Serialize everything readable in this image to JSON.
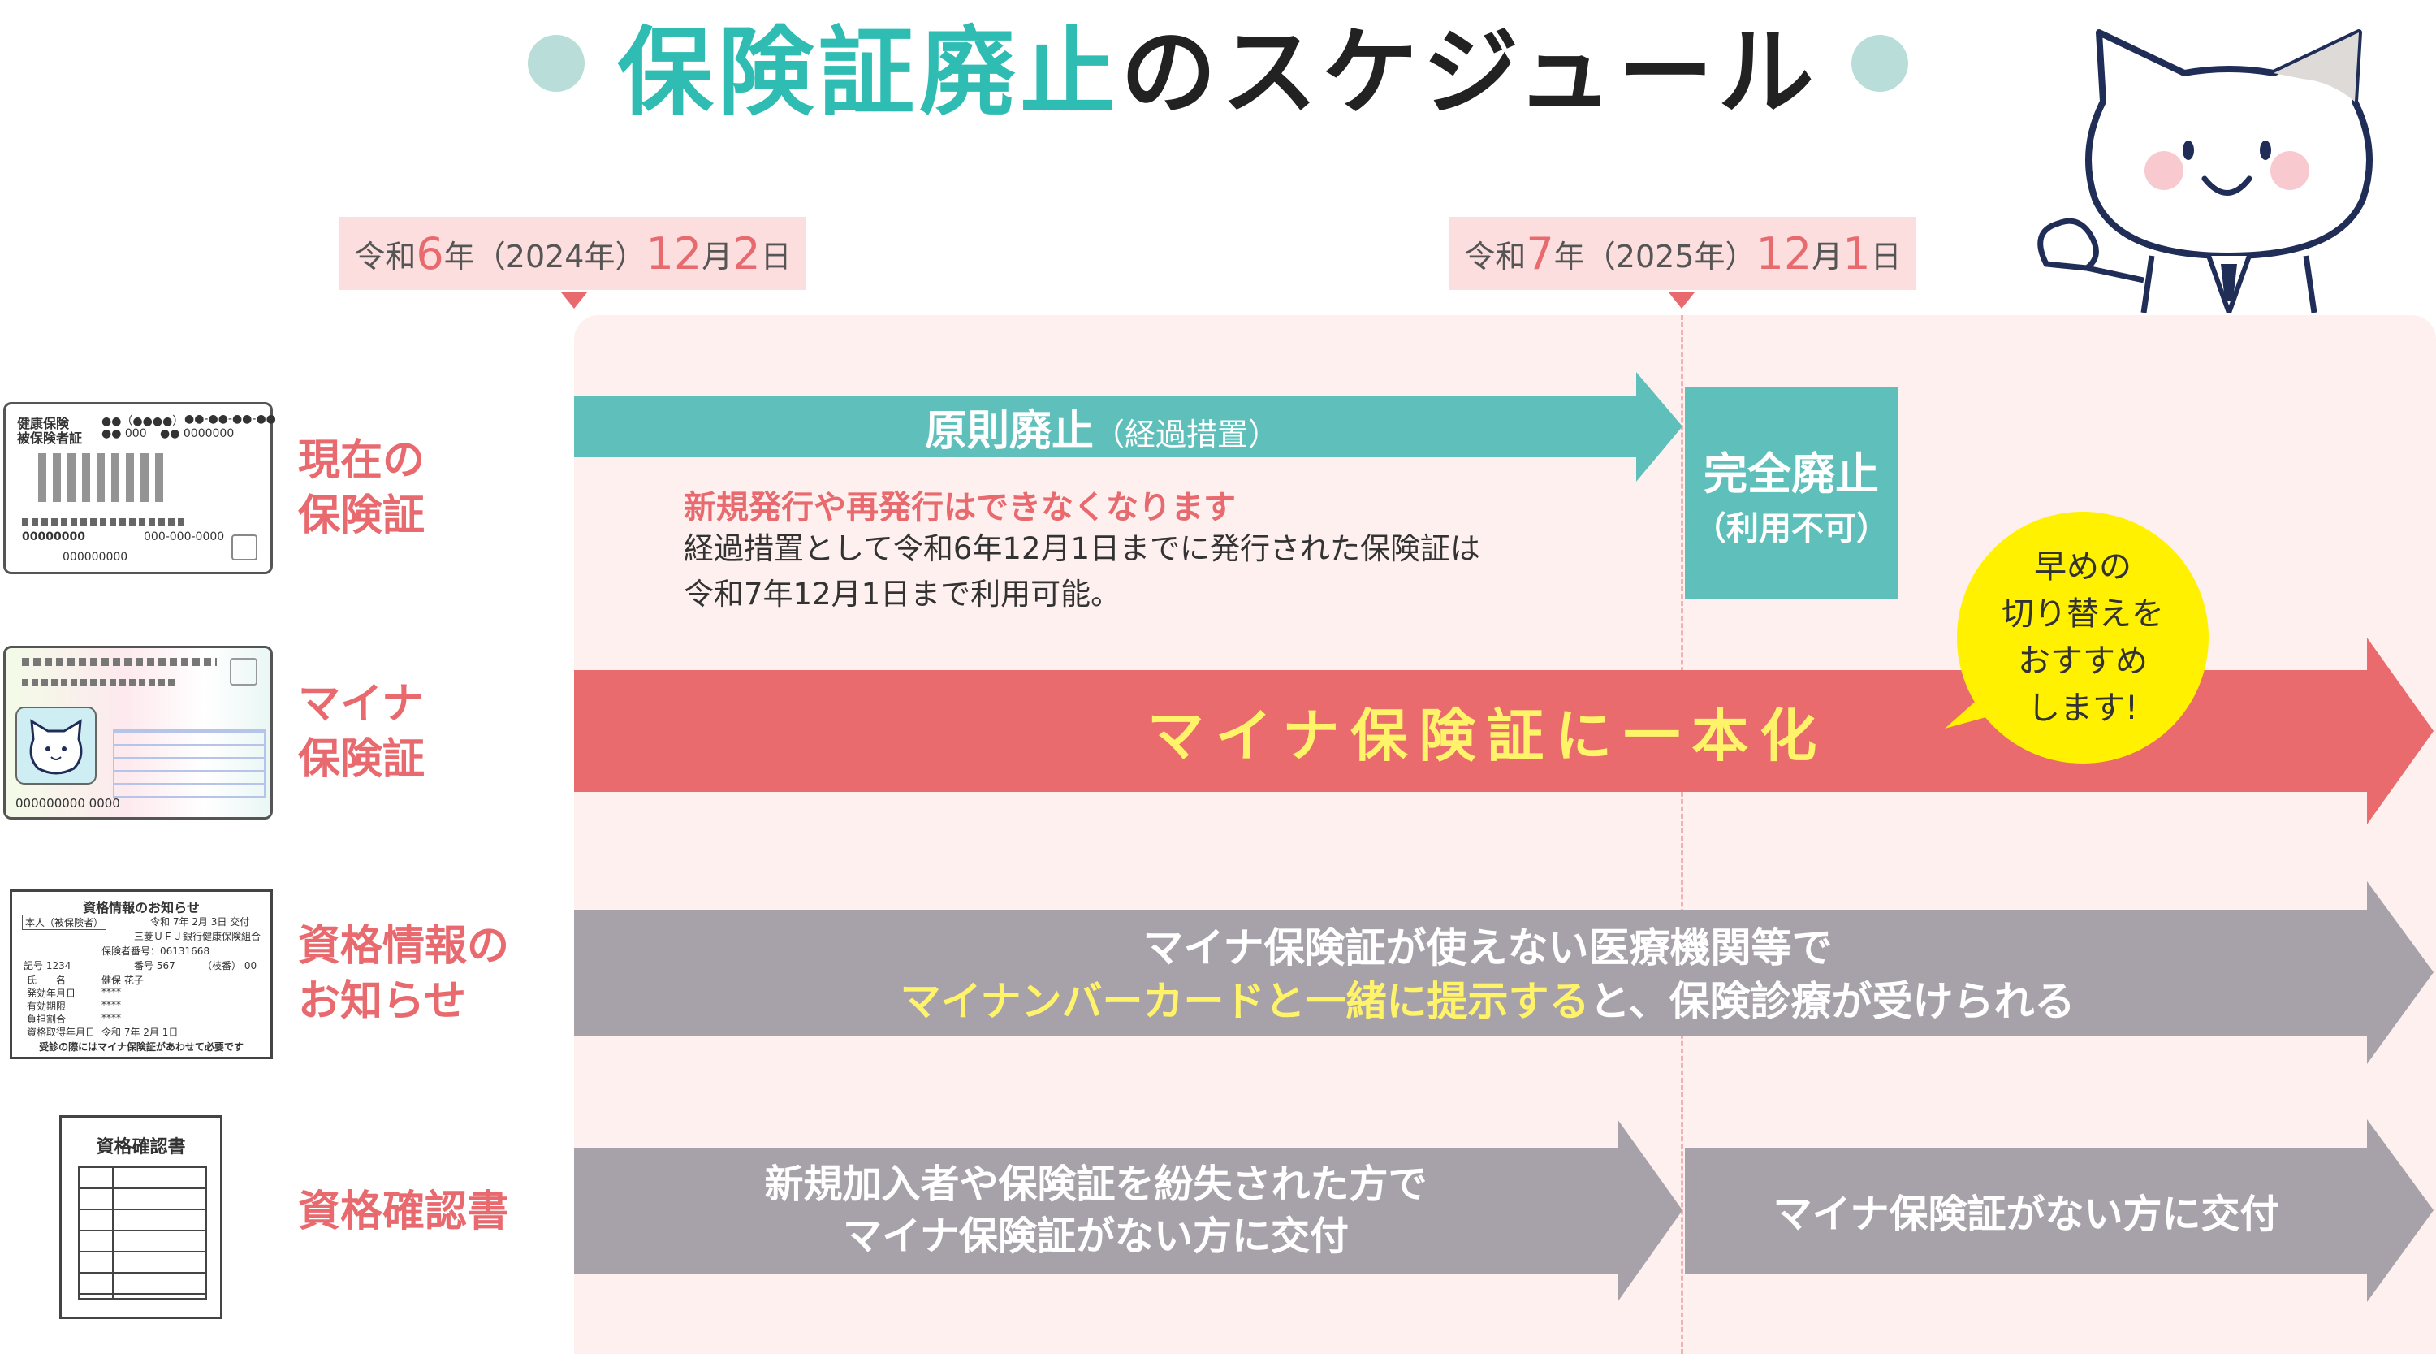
{
  "title": {
    "main": "保険証廃止",
    "suffix": "のスケジュール"
  },
  "dates": [
    {
      "pre": "令和",
      "era_year": "6",
      "mid": "年（2024年）",
      "month": "12",
      "month_unit": "月",
      "day": "2",
      "day_unit": "日"
    },
    {
      "pre": "令和",
      "era_year": "7",
      "mid": "年（2025年）",
      "month": "12",
      "month_unit": "月",
      "day": "1",
      "day_unit": "日"
    }
  ],
  "rows": {
    "current": {
      "label_l1": "現在の",
      "label_l2": "保険証",
      "arrow_main": "原則廃止",
      "arrow_sub": "（経過措置）",
      "note_red": "新規発行や再発行はできなくなります",
      "note_l1": "経過措置として令和6年12月1日までに発行された保険証は",
      "note_l2": "令和7年12月1日まで利用可能。",
      "end_main": "完全廃止",
      "end_sub": "（利用不可）"
    },
    "myna": {
      "label_l1": "マイナ",
      "label_l2": "保険証",
      "arrow_text": "マイナ保険証に一本化"
    },
    "info": {
      "label_l1": "資格情報の",
      "label_l2": "お知らせ",
      "line1": "マイナ保険証が使えない医療機関等で",
      "line2_hl": "マイナンバーカードと一緒に提示する",
      "line2_rest": "と、保険診療が受けられる"
    },
    "cert": {
      "label": "資格確認書",
      "left_l1": "新規加入者や保険証を紛失された方で",
      "left_l2": "マイナ保険証がない方に交付",
      "right": "マイナ保険証がない方に交付"
    }
  },
  "bubble": {
    "l1": "早めの",
    "l2": "切り替えを",
    "l3": "おすすめ",
    "l4": "します!"
  },
  "card_current": {
    "h1": "健康保険",
    "h2": "被保険者証",
    "r1": "●●（●●●●）",
    "r1b": "●●-●●-●●-●●",
    "r2": "●● 000",
    "r2b": "●● 0000000",
    "num1": "00000000",
    "num2": "000-000-0000",
    "num3": "000000000"
  },
  "card_myna": {
    "num": "000000000 0000"
  },
  "card_info": {
    "title": "資格情報のお知らせ",
    "badge": "本人（被保険者）",
    "issue": "令和 7年 2月 3日 交付",
    "insurer": "三菱ＵＦＪ銀行健康保険組合",
    "insurer_no": "保険者番号：06131668",
    "kigo": "記号 1234",
    "bango": "番号 567",
    "edaban": "（枝番） 00",
    "name_label": "氏　　名",
    "name": "健保 花子",
    "f1": "発効年月日",
    "f2": "有効期限",
    "f3": "負担割合",
    "mask": "****",
    "f4": "資格取得年月日",
    "f4v": "令和 7年 2月 1日",
    "footer": "受診の際にはマイナ保険証があわせて必要です"
  },
  "card_cert": {
    "title": "資格確認書"
  },
  "colors": {
    "teal": "#5fc0bb",
    "red": "#ea6b6e",
    "gray": "#a7a2a9",
    "yellow": "#fff100",
    "highlight": "#fff36a",
    "panel": "#fdf0ef"
  }
}
